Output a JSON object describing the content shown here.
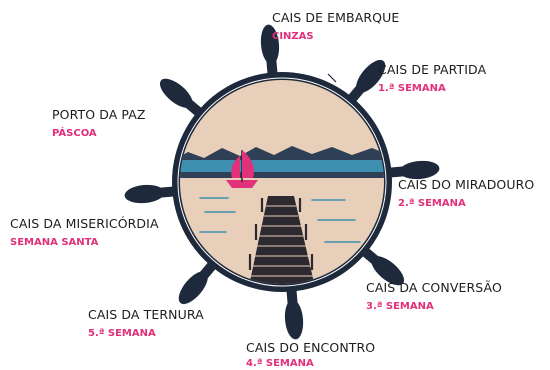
{
  "stations": [
    {
      "id": "embarque",
      "title": "CAIS DE EMBARQUE",
      "subtitle": "CINZAS"
    },
    {
      "id": "partida",
      "title": "CAIS DE PARTIDA",
      "subtitle": "1.ª SEMANA"
    },
    {
      "id": "paz",
      "title": "PORTO DA PAZ",
      "subtitle": "PÁSCOA"
    },
    {
      "id": "miradouro",
      "title": "CAIS DO MIRADOURO",
      "subtitle": "2.ª SEMANA"
    },
    {
      "id": "misericordia",
      "title": "CAIS DA MISERICÓRDIA",
      "subtitle": "SEMANA SANTA"
    },
    {
      "id": "conversao",
      "title": "CAIS DA CONVERSÃO",
      "subtitle": "3.ª SEMANA"
    },
    {
      "id": "ternura",
      "title": "CAIS DA TERNURA",
      "subtitle": "5.ª SEMANA"
    },
    {
      "id": "encontro",
      "title": "CAIS DO ENCONTRO",
      "subtitle": "4.ª SEMANA"
    }
  ],
  "colors": {
    "wheel": "#1e2a3c",
    "sky": "#e7cfb9",
    "mountains": "#2f3f55",
    "water": "#3f8fb0",
    "pier": "#2c2a30",
    "sail": "#e0317a",
    "subtitle_accent": "#e0317a"
  }
}
